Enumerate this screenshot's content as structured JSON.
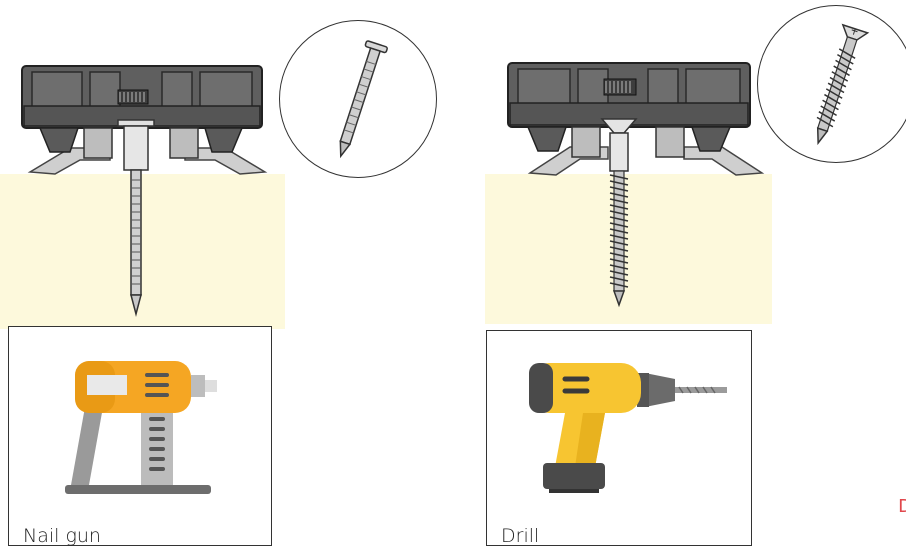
{
  "left_panel": {
    "fastener_icon": "nail-icon",
    "tool_icon": "nail-gun-icon",
    "tool_label": "Nail gun"
  },
  "right_panel": {
    "fastener_icon": "screw-icon",
    "tool_icon": "drill-icon",
    "tool_label": "Drill"
  },
  "edge_text": "D",
  "colors": {
    "substrate": "#fdf9dc",
    "clip_body": "#5a5a5a",
    "tool_orange": "#f5a623",
    "tool_yellow": "#f7c531",
    "tool_gray": "#8c8c8c",
    "accent_red": "#e0474c"
  }
}
